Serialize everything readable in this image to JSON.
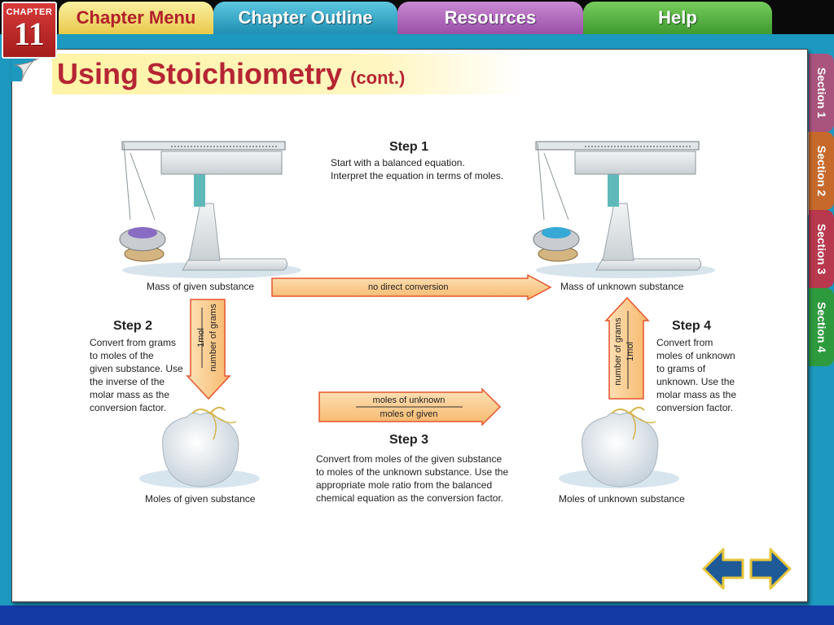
{
  "chapter": {
    "label": "CHAPTER",
    "number": "11"
  },
  "tabs": {
    "chapter_menu": "Chapter Menu",
    "chapter_outline": "Chapter Outline",
    "resources": "Resources",
    "help": "Help"
  },
  "title": {
    "main": "Using Stoichiometry",
    "sub": "(cont.)"
  },
  "sections": [
    "Section 1",
    "Section 2",
    "Section 3",
    "Section 4"
  ],
  "active_section": "Section 2",
  "diagram": {
    "step1": {
      "heading": "Step 1",
      "lines": [
        "Start with a balanced equation.",
        "Interpret the equation in terms of moles."
      ]
    },
    "mass_given": "Mass of given substance",
    "no_direct": "no direct conversion",
    "mass_unknown": "Mass of unknown substance",
    "step2": {
      "heading": "Step 2",
      "lines": [
        "Convert from grams",
        "to moles of the",
        "given substance. Use",
        "the inverse of the",
        "molar mass as the",
        "conversion factor."
      ]
    },
    "factor_left": {
      "numerator": "1mol",
      "denominator": "number of grams"
    },
    "factor_mid": {
      "numerator": "moles of unknown",
      "denominator": "moles of given"
    },
    "factor_right": {
      "numerator": "number of grams",
      "denominator": "1mol"
    },
    "step3": {
      "heading": "Step 3",
      "lines": [
        "Convert from moles of the given substance",
        "to moles of the unknown substance. Use the",
        "appropriate mole ratio from the balanced",
        "chemical equation as the conversion factor."
      ]
    },
    "step4": {
      "heading": "Step 4",
      "lines": [
        "Convert from",
        "moles of unknown",
        "to grams of",
        "unknown. Use the",
        "molar mass as the",
        "conversion factor."
      ]
    },
    "moles_given": "Moles of given substance",
    "moles_unknown": "Moles of unknown substance",
    "colors": {
      "arrow_fill": "#f9c98a",
      "arrow_edge": "#e6542c",
      "title_red": "#b52533"
    }
  },
  "navigation": {
    "prev": "left-arrow-icon",
    "next": "right-arrow-icon"
  }
}
